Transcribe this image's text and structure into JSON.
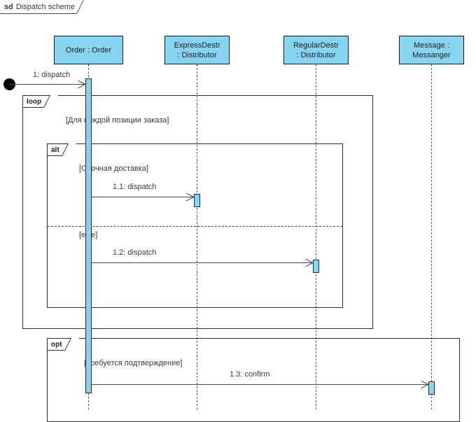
{
  "diagram": {
    "kind_keyword": "sd",
    "title": "Dispatch scheme",
    "colors": {
      "lifeline_fill": "#86d3f2",
      "activation_fill": "#86d3f2",
      "line": "#4a4a4a",
      "frame": "#2d2d2d",
      "start_dot": "#000000",
      "background": "#ffffff"
    }
  },
  "lifelines": [
    {
      "id": "order",
      "line1": "Order : Order",
      "line2": ""
    },
    {
      "id": "express",
      "line1": "ExpressDestr",
      "line2": ": Distributor"
    },
    {
      "id": "regular",
      "line1": "RegularDestr",
      "line2": ": Distributor"
    },
    {
      "id": "messenger",
      "line1": "Message :",
      "line2": "Messanger"
    }
  ],
  "messages": [
    {
      "id": "m1",
      "label": "1: dispatch",
      "from": "found",
      "to": "order",
      "kind": "found-message"
    },
    {
      "id": "m1_1",
      "label": "1.1: dispatch",
      "from": "order",
      "to": "express",
      "kind": "synchronous"
    },
    {
      "id": "m1_2",
      "label": "1.2: dispatch",
      "from": "order",
      "to": "regular",
      "kind": "synchronous"
    },
    {
      "id": "m1_3",
      "label": "1.3: confirm",
      "from": "order",
      "to": "messenger",
      "kind": "synchronous"
    }
  ],
  "fragments": [
    {
      "id": "loop",
      "operator": "loop",
      "guards": [
        "[Для каждой позиции заказа]"
      ]
    },
    {
      "id": "alt",
      "operator": "alt",
      "guards": [
        "[Срочная доставка]",
        "[else]"
      ]
    },
    {
      "id": "opt",
      "operator": "opt",
      "guards": [
        "[Требуется подтверждение]"
      ]
    }
  ]
}
